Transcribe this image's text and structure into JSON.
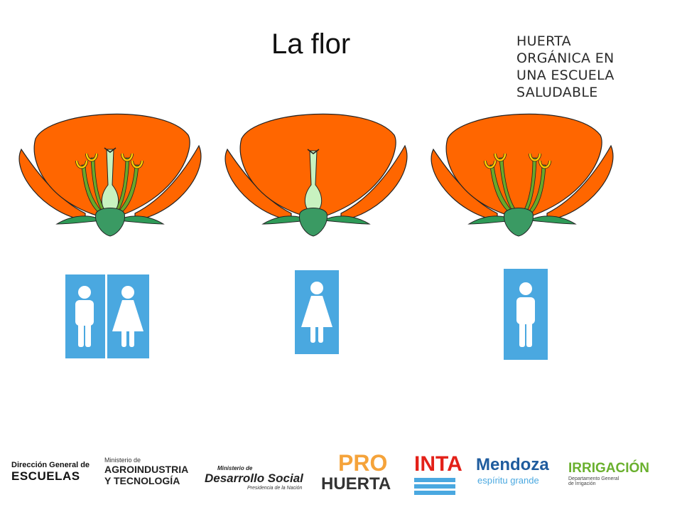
{
  "slide": {
    "title": "La flor",
    "brand_lines": [
      "HUERTA",
      "ORGÁNICA EN",
      "UNA ESCUELA",
      "SALUDABLE"
    ]
  },
  "flowers": [
    {
      "type": "hermaphrodite",
      "has_stamens": true,
      "has_pistil": true
    },
    {
      "type": "female",
      "has_stamens": false,
      "has_pistil": true
    },
    {
      "type": "male",
      "has_stamens": true,
      "has_pistil": false
    }
  ],
  "signs": [
    {
      "figures": [
        "man-icon",
        "woman-icon"
      ]
    },
    {
      "figures": [
        "woman-icon"
      ]
    },
    {
      "figures": [
        "man-icon"
      ]
    }
  ],
  "footer": {
    "escuelas": {
      "line1": "Dirección General de",
      "line2": "ESCUELAS"
    },
    "agro": {
      "line1": "Ministerio de",
      "line2": "AGROINDUSTRIA",
      "line3": "Y TECNOLOGÍA"
    },
    "desarrollo": {
      "line1": "Ministerio de",
      "line2": "Desarrollo Social",
      "line3": "Presidencia de la Nación"
    },
    "prohuerta": {
      "line1": "PRO",
      "line2": "HUERTA"
    },
    "inta": {
      "label": "INTA"
    },
    "mendoza": {
      "line1": "Mendoza",
      "line2": "espíritu grande"
    },
    "irrigacion": {
      "line1": "IRRIGACIÓN",
      "line2": "Departamento General",
      "line3": "de Irrigación"
    }
  },
  "colors": {
    "petal": "#ff6600",
    "receptacle": "#3a9a63",
    "stamen_green": "#6aa82a",
    "anther": "#ffcc00",
    "pistil": "#c8f2c0",
    "sign_blue": "#4aa8e0"
  }
}
